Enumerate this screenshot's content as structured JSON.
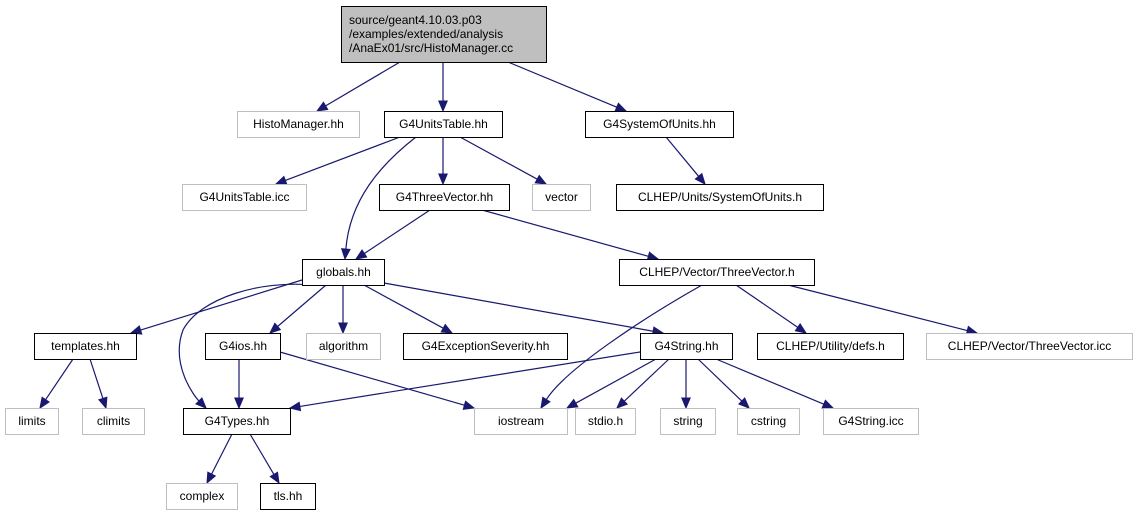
{
  "colors": {
    "edge": "#191970",
    "box_border": "#000000",
    "external_border": "#bfbfbf",
    "root_fill": "#bfbfbf",
    "box_fill": "#ffffff"
  },
  "nodes": [
    {
      "id": "root",
      "lines": [
        "source/geant4.10.03.p03",
        "/examples/extended/analysis",
        "/AnaEx01/src/HistoManager.cc"
      ],
      "style": "root"
    },
    {
      "id": "histomanager-hh",
      "lines": [
        "HistoManager.hh"
      ],
      "style": "external"
    },
    {
      "id": "g4unitstable-hh",
      "lines": [
        "G4UnitsTable.hh"
      ],
      "style": "box"
    },
    {
      "id": "g4systemofunits-hh",
      "lines": [
        "G4SystemOfUnits.hh"
      ],
      "style": "box"
    },
    {
      "id": "g4unitstable-icc",
      "lines": [
        "G4UnitsTable.icc"
      ],
      "style": "external"
    },
    {
      "id": "g4threevector-hh",
      "lines": [
        "G4ThreeVector.hh"
      ],
      "style": "box"
    },
    {
      "id": "vector",
      "lines": [
        "vector"
      ],
      "style": "external"
    },
    {
      "id": "clhep-units-systemofunits-h",
      "lines": [
        "CLHEP/Units/SystemOfUnits.h"
      ],
      "style": "box"
    },
    {
      "id": "globals-hh",
      "lines": [
        "globals.hh"
      ],
      "style": "box"
    },
    {
      "id": "clhep-vector-threevector-h",
      "lines": [
        "CLHEP/Vector/ThreeVector.h"
      ],
      "style": "box"
    },
    {
      "id": "templates-hh",
      "lines": [
        "templates.hh"
      ],
      "style": "box"
    },
    {
      "id": "g4ios-hh",
      "lines": [
        "G4ios.hh"
      ],
      "style": "box"
    },
    {
      "id": "algorithm",
      "lines": [
        "algorithm"
      ],
      "style": "external"
    },
    {
      "id": "g4exceptionseverity-hh",
      "lines": [
        "G4ExceptionSeverity.hh"
      ],
      "style": "box"
    },
    {
      "id": "g4string-hh",
      "lines": [
        "G4String.hh"
      ],
      "style": "box"
    },
    {
      "id": "clhep-utility-defs-h",
      "lines": [
        "CLHEP/Utility/defs.h"
      ],
      "style": "box"
    },
    {
      "id": "clhep-vector-threevector-icc",
      "lines": [
        "CLHEP/Vector/ThreeVector.icc"
      ],
      "style": "external"
    },
    {
      "id": "limits",
      "lines": [
        "limits"
      ],
      "style": "external"
    },
    {
      "id": "climits",
      "lines": [
        "climits"
      ],
      "style": "external"
    },
    {
      "id": "g4types-hh",
      "lines": [
        "G4Types.hh"
      ],
      "style": "box"
    },
    {
      "id": "iostream",
      "lines": [
        "iostream"
      ],
      "style": "external"
    },
    {
      "id": "stdio-h",
      "lines": [
        "stdio.h"
      ],
      "style": "external"
    },
    {
      "id": "string",
      "lines": [
        "string"
      ],
      "style": "external"
    },
    {
      "id": "cstring",
      "lines": [
        "cstring"
      ],
      "style": "external"
    },
    {
      "id": "g4string-icc",
      "lines": [
        "G4String.icc"
      ],
      "style": "external"
    },
    {
      "id": "complex",
      "lines": [
        "complex"
      ],
      "style": "external"
    },
    {
      "id": "tls-hh",
      "lines": [
        "tls.hh"
      ],
      "style": "box"
    }
  ],
  "edges": [
    [
      "root",
      "histomanager-hh"
    ],
    [
      "root",
      "g4unitstable-hh"
    ],
    [
      "root",
      "g4systemofunits-hh"
    ],
    [
      "g4unitstable-hh",
      "g4unitstable-icc"
    ],
    [
      "g4unitstable-hh",
      "g4threevector-hh"
    ],
    [
      "g4unitstable-hh",
      "vector"
    ],
    [
      "g4unitstable-hh",
      "globals-hh"
    ],
    [
      "g4systemofunits-hh",
      "clhep-units-systemofunits-h"
    ],
    [
      "g4threevector-hh",
      "globals-hh"
    ],
    [
      "g4threevector-hh",
      "clhep-vector-threevector-h"
    ],
    [
      "globals-hh",
      "templates-hh"
    ],
    [
      "globals-hh",
      "g4ios-hh"
    ],
    [
      "globals-hh",
      "algorithm"
    ],
    [
      "globals-hh",
      "g4exceptionseverity-hh"
    ],
    [
      "globals-hh",
      "g4string-hh"
    ],
    [
      "globals-hh",
      "g4types-hh"
    ],
    [
      "clhep-vector-threevector-h",
      "clhep-utility-defs-h"
    ],
    [
      "clhep-vector-threevector-h",
      "clhep-vector-threevector-icc"
    ],
    [
      "clhep-vector-threevector-h",
      "iostream"
    ],
    [
      "templates-hh",
      "limits"
    ],
    [
      "templates-hh",
      "climits"
    ],
    [
      "g4ios-hh",
      "g4types-hh"
    ],
    [
      "g4ios-hh",
      "iostream"
    ],
    [
      "g4string-hh",
      "g4types-hh"
    ],
    [
      "g4string-hh",
      "iostream"
    ],
    [
      "g4string-hh",
      "stdio-h"
    ],
    [
      "g4string-hh",
      "string"
    ],
    [
      "g4string-hh",
      "cstring"
    ],
    [
      "g4string-hh",
      "g4string-icc"
    ],
    [
      "g4types-hh",
      "complex"
    ],
    [
      "g4types-hh",
      "tls-hh"
    ]
  ]
}
